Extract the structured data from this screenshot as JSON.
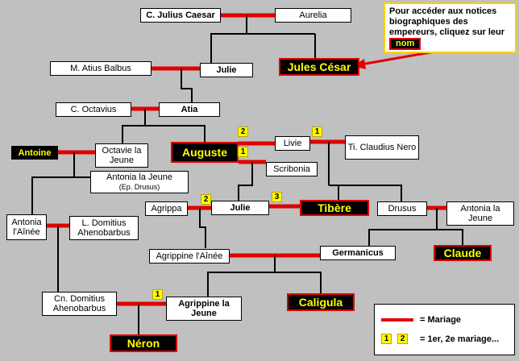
{
  "people": {
    "caesar_c": "C. Julius Caesar",
    "aurelia": "Aurelia",
    "balbus": "M. Atius Balbus",
    "julie1": "Julie",
    "jules_cesar": "Jules César",
    "octavius": "C. Octavius",
    "atia": "Atia",
    "antoine": "Antoine",
    "octavie": "Octavie la Jeune",
    "auguste": "Auguste",
    "livie": "Livie",
    "ti_claudius": "Ti. Claudius Nero",
    "scribonia": "Scribonia",
    "antonia_jeune": "Antonia la Jeune",
    "antonia_jeune_note": "(Ep. Drusus)",
    "agrippa": "Agrippa",
    "julie2": "Julie",
    "tibere": "Tibère",
    "drusus": "Drusus",
    "antonia_jeune2": "Antonia la Jeune",
    "antonia_ainee": "Antonia l'Aînée",
    "domitius_l": "L. Domitius Ahenobarbus",
    "agrippine_ainee": "Agrippine l'Aînée",
    "germanicus": "Germanicus",
    "claude": "Claude",
    "domitius_cn": "Cn. Domitius Ahenobarbus",
    "agrippine_jeune": "Agrippine la Jeune",
    "caligula": "Caligula",
    "neron": "Néron"
  },
  "marriage_numbers": {
    "auguste_livie": "2",
    "livie_claudius": "1",
    "auguste_scribonia": "1",
    "agrippa_julie": "2",
    "julie_tibere": "3",
    "domitius_agrippine": "1"
  },
  "note": {
    "text": "Pour accéder aux notices biographiques des empereurs, cliquez sur leur",
    "nom": "nom"
  },
  "legend": {
    "marriage_label": "= Mariage",
    "n1": "1",
    "n2": "2",
    "order_label": "= 1er, 2e mariage..."
  },
  "colors": {
    "background": "#c0c0c0",
    "marriage": "#e00000",
    "emperor_text": "#ffff00",
    "emperor_box": "#000000"
  }
}
